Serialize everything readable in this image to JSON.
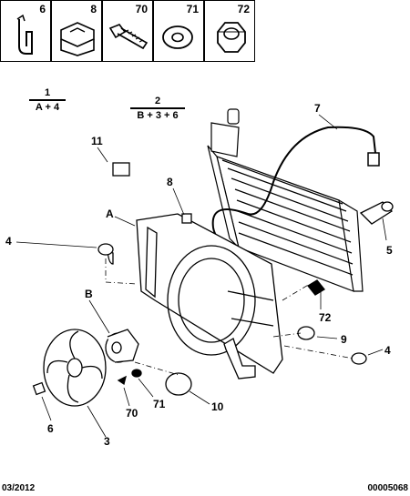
{
  "parts_table": [
    {
      "ref": "6",
      "icon": "clip-icon"
    },
    {
      "ref": "8",
      "icon": "bracket-clip-icon"
    },
    {
      "ref": "70",
      "icon": "bolt-icon"
    },
    {
      "ref": "71",
      "icon": "washer-icon"
    },
    {
      "ref": "72",
      "icon": "nut-icon"
    }
  ],
  "groups": [
    {
      "ref": "1",
      "formula": "A + 4"
    },
    {
      "ref": "2",
      "formula": "B + 3 + 6"
    }
  ],
  "callouts": {
    "c7": "7",
    "c11": "11",
    "c8": "8",
    "cA": "A",
    "c4a": "4",
    "c5": "5",
    "cB": "B",
    "c72": "72",
    "c9": "9",
    "c4b": "4",
    "c6": "6",
    "c70": "70",
    "c71": "71",
    "c10": "10",
    "c3": "3"
  },
  "footer": {
    "date": "03/2012",
    "code": "00005068"
  }
}
